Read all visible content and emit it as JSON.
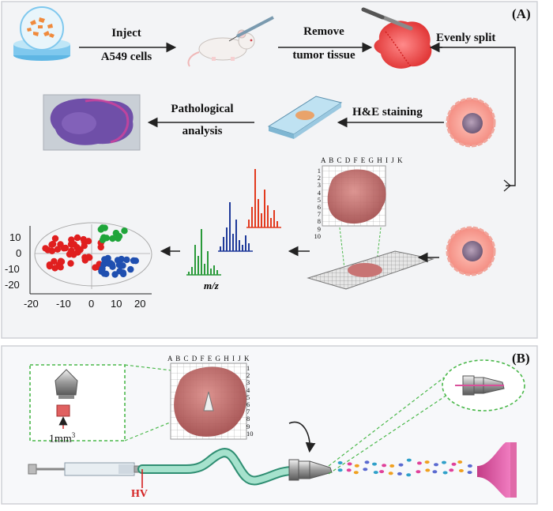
{
  "panels": {
    "a": "(A)",
    "b": "(B)"
  },
  "workflow": {
    "inject_line1": "Inject",
    "inject_line2": "A549 cells",
    "remove_line1": "Remove",
    "remove_line2": "tumor tissue",
    "split": "Evenly split",
    "he_staining": "H&E staining",
    "patho_line1": "Pathological",
    "patho_line2": "analysis"
  },
  "grid": {
    "letters": "A B C D F E G H I J K",
    "numbers": [
      "1",
      "2",
      "3",
      "4",
      "5",
      "6",
      "7",
      "8",
      "9",
      "10"
    ]
  },
  "mass_spec": {
    "xlabel": "m/z",
    "series_colors": [
      "#2a9a3a",
      "#1f3a9a",
      "#e23a1e"
    ]
  },
  "score_plot": {
    "x_ticks": [
      "-20",
      "-10",
      "0",
      "10",
      "20"
    ],
    "y_ticks": [
      "10",
      "0",
      "-10",
      "-20"
    ],
    "colors": {
      "red": "#e01f1f",
      "green": "#1fa53a",
      "blue": "#1f4fb0"
    }
  },
  "panel_b": {
    "volume": "1mm",
    "volume_exp": "3",
    "hv": "HV"
  },
  "colors": {
    "arrow": "#222222",
    "dashed_green": "#4ab84a",
    "hv_red": "#d42020",
    "tissue": "#c86464",
    "funnel": "#d9509a"
  }
}
